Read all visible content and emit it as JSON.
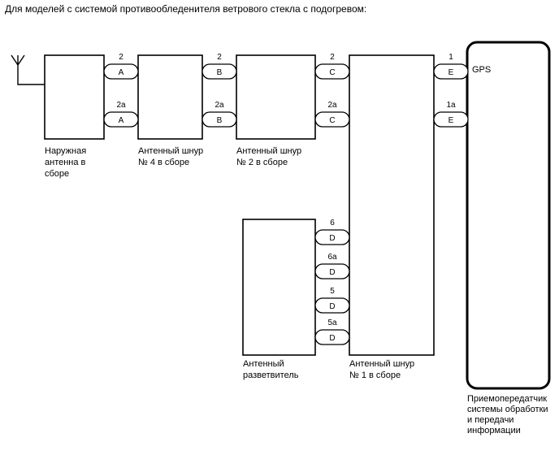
{
  "title": "Для моделей с системой противообледенителя ветрового стекла с подогревом:",
  "components": {
    "outer_antenna": [
      "Наружная",
      "антенна в",
      "сборе"
    ],
    "cord4": [
      "Антенный шнур",
      "№ 4 в сборе"
    ],
    "cord2": [
      "Антенный шнур",
      "№ 2 в сборе"
    ],
    "cord1": [
      "Антенный шнур",
      "№ 1 в сборе"
    ],
    "splitter": [
      "Антенный",
      "разветвитель"
    ],
    "receiver": [
      "Приемопередатчик",
      "системы обработки",
      "и передачи",
      "информации"
    ]
  },
  "receiver_port": "GPS",
  "connectors": [
    {
      "letter": "A",
      "pin": "2"
    },
    {
      "letter": "A",
      "pin": "2a"
    },
    {
      "letter": "B",
      "pin": "2"
    },
    {
      "letter": "B",
      "pin": "2a"
    },
    {
      "letter": "C",
      "pin": "2"
    },
    {
      "letter": "C",
      "pin": "2a"
    },
    {
      "letter": "E",
      "pin": "1"
    },
    {
      "letter": "E",
      "pin": "1a"
    },
    {
      "letter": "D",
      "pin": "6"
    },
    {
      "letter": "D",
      "pin": "6a"
    },
    {
      "letter": "D",
      "pin": "5"
    },
    {
      "letter": "D",
      "pin": "5a"
    }
  ]
}
